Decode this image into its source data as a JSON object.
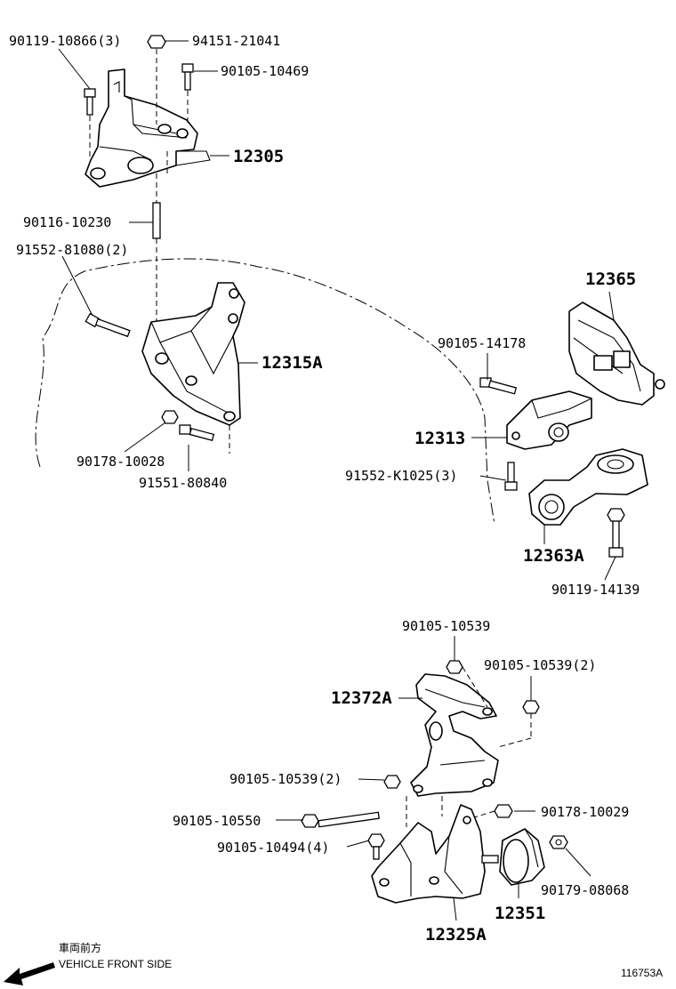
{
  "labels": {
    "l_90119_10866": "90119-10866(3)",
    "l_94151_21041": "94151-21041",
    "l_90105_10469": "90105-10469",
    "l_12305": "12305",
    "l_90116_10230": "90116-10230",
    "l_91552_81080": "91552-81080(2)",
    "l_12315A": "12315A",
    "l_90178_10028": "90178-10028",
    "l_91551_80840": "91551-80840",
    "l_12365": "12365",
    "l_90105_14178": "90105-14178",
    "l_12313": "12313",
    "l_91552_K1025": "91552-K1025(3)",
    "l_12363A": "12363A",
    "l_90119_14139": "90119-14139",
    "l_90105_10539": "90105-10539",
    "l_90105_10539_2a": "90105-10539(2)",
    "l_12372A": "12372A",
    "l_90105_10539_2b": "90105-10539(2)",
    "l_90105_10550": "90105-10550",
    "l_90178_10029": "90178-10029",
    "l_90105_10494": "90105-10494(4)",
    "l_90179_08068": "90179-08068",
    "l_12351": "12351",
    "l_12325A": "12325A"
  },
  "footer": {
    "front_jp": "車両前方",
    "front_en": "VEHICLE FRONT SIDE",
    "diagram_id": "116753A"
  }
}
